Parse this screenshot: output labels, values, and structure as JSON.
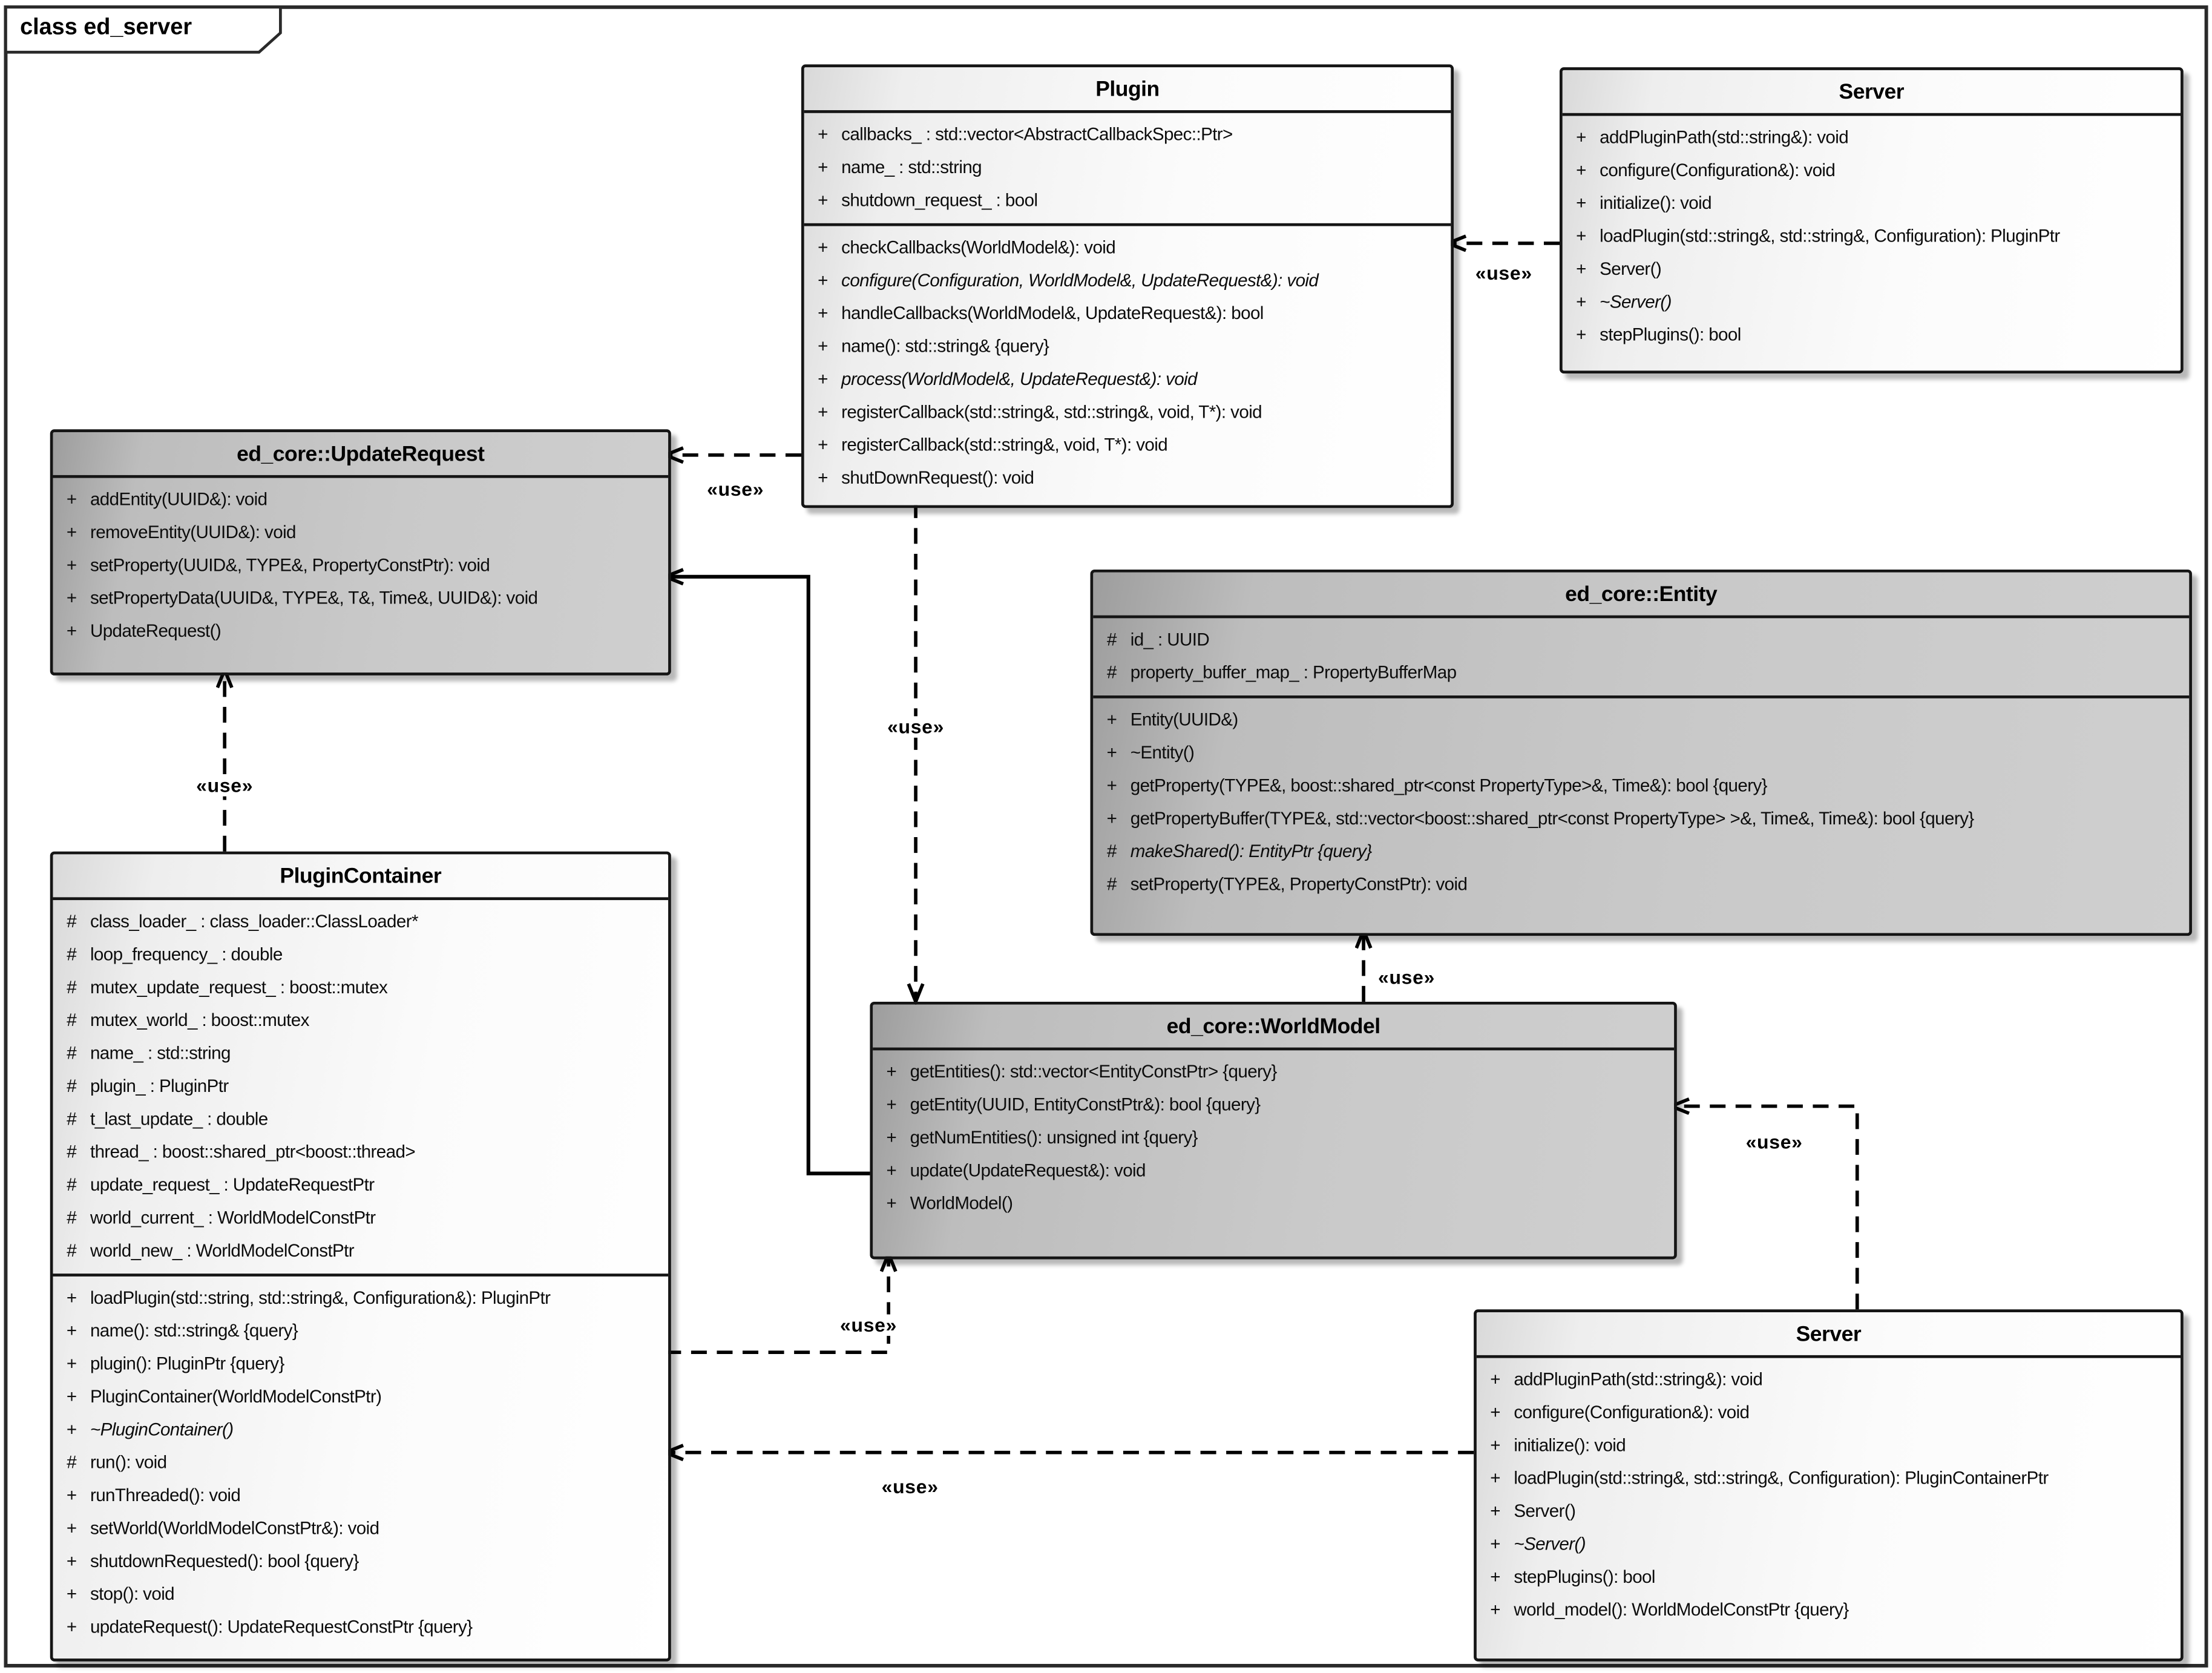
{
  "title": "class ed_server",
  "classes": [
    {
      "id": "plugin",
      "name": "Plugin",
      "dark": false,
      "attributes": [
        {
          "vis": "+",
          "text": "callbacks_ : std::vector<AbstractCallbackSpec::Ptr>"
        },
        {
          "vis": "+",
          "text": "name_ : std::string"
        },
        {
          "vis": "+",
          "text": "shutdown_request_ : bool"
        }
      ],
      "methods": [
        {
          "vis": "+",
          "text": "checkCallbacks(WorldModel&): void"
        },
        {
          "vis": "+",
          "text": "configure(Configuration, WorldModel&, UpdateRequest&): void",
          "italic": true
        },
        {
          "vis": "+",
          "text": "handleCallbacks(WorldModel&, UpdateRequest&): bool"
        },
        {
          "vis": "+",
          "text": "name(): std::string& {query}"
        },
        {
          "vis": "+",
          "text": "process(WorldModel&, UpdateRequest&): void",
          "italic": true
        },
        {
          "vis": "+",
          "text": "registerCallback(std::string&, std::string&, void, T*): void"
        },
        {
          "vis": "+",
          "text": "registerCallback(std::string&, void, T*): void"
        },
        {
          "vis": "+",
          "text": "shutDownRequest(): void"
        }
      ]
    },
    {
      "id": "server_top",
      "name": "Server",
      "dark": false,
      "attributes": [],
      "methods": [
        {
          "vis": "+",
          "text": "addPluginPath(std::string&): void"
        },
        {
          "vis": "+",
          "text": "configure(Configuration&): void"
        },
        {
          "vis": "+",
          "text": "initialize(): void"
        },
        {
          "vis": "+",
          "text": "loadPlugin(std::string&, std::string&, Configuration): PluginPtr"
        },
        {
          "vis": "+",
          "text": "Server()"
        },
        {
          "vis": "+",
          "text": "~Server()",
          "italic": true
        },
        {
          "vis": "+",
          "text": "stepPlugins(): bool"
        }
      ]
    },
    {
      "id": "update_request",
      "name": "ed_core::UpdateRequest",
      "dark": true,
      "attributes": [],
      "methods": [
        {
          "vis": "+",
          "text": "addEntity(UUID&): void"
        },
        {
          "vis": "+",
          "text": "removeEntity(UUID&): void"
        },
        {
          "vis": "+",
          "text": "setProperty(UUID&, TYPE&, PropertyConstPtr): void"
        },
        {
          "vis": "+",
          "text": "setPropertyData(UUID&, TYPE&, T&, Time&, UUID&): void"
        },
        {
          "vis": "+",
          "text": "UpdateRequest()"
        }
      ]
    },
    {
      "id": "plugin_container",
      "name": "PluginContainer",
      "dark": false,
      "attributes": [
        {
          "vis": "#",
          "text": "class_loader_ : class_loader::ClassLoader*"
        },
        {
          "vis": "#",
          "text": "loop_frequency_ : double"
        },
        {
          "vis": "#",
          "text": "mutex_update_request_ : boost::mutex"
        },
        {
          "vis": "#",
          "text": "mutex_world_ : boost::mutex"
        },
        {
          "vis": "#",
          "text": "name_ : std::string"
        },
        {
          "vis": "#",
          "text": "plugin_ : PluginPtr"
        },
        {
          "vis": "#",
          "text": "t_last_update_ : double"
        },
        {
          "vis": "#",
          "text": "thread_ : boost::shared_ptr<boost::thread>"
        },
        {
          "vis": "#",
          "text": "update_request_ : UpdateRequestPtr"
        },
        {
          "vis": "#",
          "text": "world_current_ : WorldModelConstPtr"
        },
        {
          "vis": "#",
          "text": "world_new_ : WorldModelConstPtr"
        }
      ],
      "methods": [
        {
          "vis": "+",
          "text": "loadPlugin(std::string, std::string&, Configuration&): PluginPtr"
        },
        {
          "vis": "+",
          "text": "name(): std::string& {query}"
        },
        {
          "vis": "+",
          "text": "plugin(): PluginPtr {query}"
        },
        {
          "vis": "+",
          "text": "PluginContainer(WorldModelConstPtr)"
        },
        {
          "vis": "+",
          "text": "~PluginContainer()",
          "italic": true
        },
        {
          "vis": "#",
          "text": "run(): void"
        },
        {
          "vis": "+",
          "text": "runThreaded(): void"
        },
        {
          "vis": "+",
          "text": "setWorld(WorldModelConstPtr&): void"
        },
        {
          "vis": "+",
          "text": "shutdownRequested(): bool {query}"
        },
        {
          "vis": "+",
          "text": "stop(): void"
        },
        {
          "vis": "+",
          "text": "updateRequest(): UpdateRequestConstPtr {query}"
        }
      ]
    },
    {
      "id": "entity",
      "name": "ed_core::Entity",
      "dark": true,
      "attributes": [
        {
          "vis": "#",
          "text": "id_ : UUID"
        },
        {
          "vis": "#",
          "text": "property_buffer_map_ : PropertyBufferMap"
        }
      ],
      "methods": [
        {
          "vis": "+",
          "text": "Entity(UUID&)"
        },
        {
          "vis": "+",
          "text": "~Entity()"
        },
        {
          "vis": "+",
          "text": "getProperty(TYPE&, boost::shared_ptr<const PropertyType>&, Time&): bool {query}"
        },
        {
          "vis": "+",
          "text": "getPropertyBuffer(TYPE&, std::vector<boost::shared_ptr<const PropertyType> >&, Time&, Time&): bool {query}"
        },
        {
          "vis": "#",
          "text": "makeShared(): EntityPtr {query}",
          "italic": true
        },
        {
          "vis": "#",
          "text": "setProperty(TYPE&, PropertyConstPtr): void"
        }
      ]
    },
    {
      "id": "world_model",
      "name": "ed_core::WorldModel",
      "dark": true,
      "attributes": [],
      "methods": [
        {
          "vis": "+",
          "text": "getEntities(): std::vector<EntityConstPtr> {query}"
        },
        {
          "vis": "+",
          "text": "getEntity(UUID, EntityConstPtr&): bool {query}"
        },
        {
          "vis": "+",
          "text": "getNumEntities(): unsigned int {query}"
        },
        {
          "vis": "+",
          "text": "update(UpdateRequest&): void"
        },
        {
          "vis": "+",
          "text": "WorldModel()"
        }
      ]
    },
    {
      "id": "server_bottom",
      "name": "Server",
      "dark": false,
      "attributes": [],
      "methods": [
        {
          "vis": "+",
          "text": "addPluginPath(std::string&): void"
        },
        {
          "vis": "+",
          "text": "configure(Configuration&): void"
        },
        {
          "vis": "+",
          "text": "initialize(): void"
        },
        {
          "vis": "+",
          "text": "loadPlugin(std::string&, std::string&, Configuration): PluginContainerPtr"
        },
        {
          "vis": "+",
          "text": "Server()"
        },
        {
          "vis": "+",
          "text": "~Server()",
          "italic": true
        },
        {
          "vis": "+",
          "text": "stepPlugins(): bool"
        },
        {
          "vis": "+",
          "text": "world_model(): WorldModelConstPtr {query}"
        }
      ]
    }
  ],
  "relationships": [
    {
      "from": "Server",
      "to": "Plugin",
      "label": "«use»",
      "type": "dependency"
    },
    {
      "from": "Plugin",
      "to": "ed_core::UpdateRequest",
      "label": "«use»",
      "type": "dependency"
    },
    {
      "from": "ed_core::WorldModel",
      "to": "ed_core::UpdateRequest",
      "label": "",
      "type": "association"
    },
    {
      "from": "PluginContainer",
      "to": "ed_core::UpdateRequest",
      "label": "«use»",
      "type": "dependency"
    },
    {
      "from": "Plugin",
      "to": "ed_core::WorldModel",
      "label": "«use»",
      "type": "dependency"
    },
    {
      "from": "ed_core::WorldModel",
      "to": "ed_core::Entity",
      "label": "«use»",
      "type": "dependency"
    },
    {
      "from": "Server (bottom)",
      "to": "ed_core::WorldModel",
      "label": "«use»",
      "type": "dependency"
    },
    {
      "from": "Server (bottom)",
      "to": "PluginContainer",
      "label": "«use»",
      "type": "dependency"
    },
    {
      "from": "PluginContainer",
      "to": "ed_core::WorldModel",
      "label": "«use»",
      "type": "dependency"
    }
  ]
}
